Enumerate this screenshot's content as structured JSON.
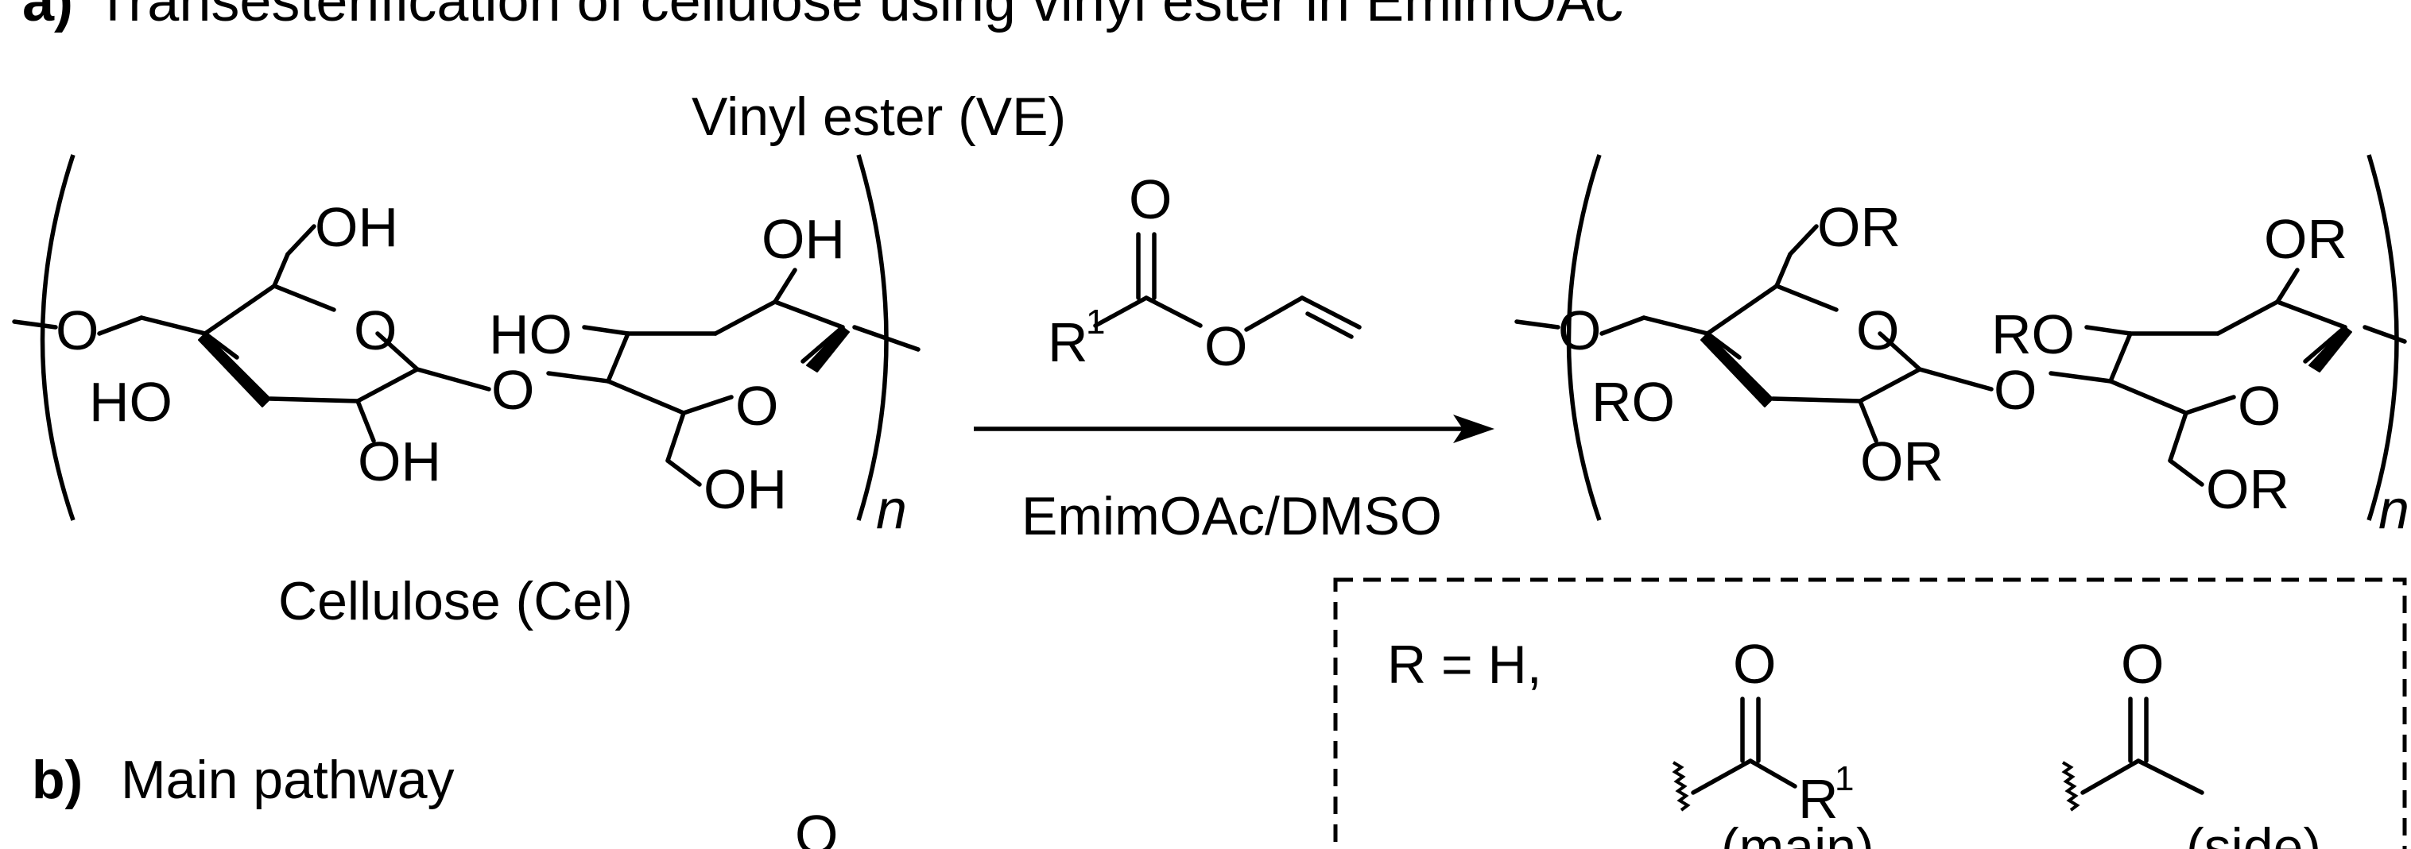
{
  "header": {
    "a_tag": "a)",
    "a_title": "Transesterification of cellulose using vinyl ester in EmimOAc",
    "b_tag": "b)",
    "b_title": "Main pathway"
  },
  "reagent": {
    "name": "Vinyl ester (VE)",
    "carbonyl_o": "O",
    "r_group": "R",
    "r_sup": "1",
    "ester_o": "O"
  },
  "arrow": {
    "condition": "EmimOAc/DMSO"
  },
  "cellulose": {
    "name": "Cellulose (Cel)",
    "oh_c6": "OH",
    "ring_o_left": "O",
    "glyco_o_left": "O",
    "ho_c3": "HO",
    "oh_c2": "OH",
    "glyco_o_mid": "O",
    "ho_c3b": "HO",
    "oh_c2b": "OH",
    "ring_o_right": "O",
    "oh_c6b": "OH",
    "repeat": "n"
  },
  "product": {
    "or_c6": "OR",
    "ring_o_left": "O",
    "glyco_o_left": "O",
    "ro_c3": "RO",
    "or_c2": "OR",
    "glyco_o_mid": "O",
    "ro_c3b": "RO",
    "or_c2b": "OR",
    "ring_o_right": "O",
    "or_c6b": "OR",
    "repeat": "n"
  },
  "legend": {
    "r_def": "R = H,",
    "main_o": "O",
    "main_r": "R",
    "main_sup": "1",
    "main_label": "(main)",
    "side_o": "O",
    "side_label": "(side)"
  },
  "pathway": {
    "carbonyl_o": "O"
  }
}
